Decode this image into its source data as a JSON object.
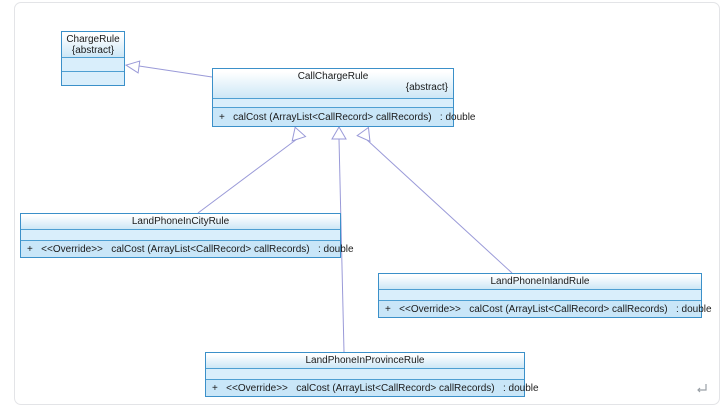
{
  "page": {
    "background": "#ffffff",
    "panel_border_color": "#e3e4e7"
  },
  "icons": {
    "resize_handle": "corner-return-arrow"
  },
  "diagram": {
    "type": "uml-class-diagram",
    "colors": {
      "node_border": "#3b90c9",
      "node_header_gradient_start": "#ffffff",
      "node_header_gradient_end": "#cde7f6",
      "compartment_fill": "#d9eefb",
      "method_row_fill": "#c9e6f8",
      "edge_color": "#9a9ad8",
      "text_color": "#1b1b1b"
    },
    "classes": [
      {
        "id": "charge-rule",
        "name": "ChargeRule",
        "stereotype": "{abstract}",
        "methods": []
      },
      {
        "id": "call-charge-rule",
        "name": "CallChargeRule",
        "stereotype": "{abstract}",
        "methods": [
          "+   calCost (ArrayList<CallRecord> callRecords)   : double"
        ]
      },
      {
        "id": "land-phone-in-city-rule",
        "name": "LandPhoneInCityRule",
        "stereotype": "",
        "methods": [
          "+   <<Override>>   calCost (ArrayList<CallRecord> callRecords)   : double"
        ]
      },
      {
        "id": "land-phone-inland-rule",
        "name": "LandPhoneInlandRule",
        "stereotype": "",
        "methods": [
          "+   <<Override>>   calCost (ArrayList<CallRecord> callRecords)   : double"
        ]
      },
      {
        "id": "land-phone-in-province-rule",
        "name": "LandPhoneInProvinceRule",
        "stereotype": "",
        "methods": [
          "+   <<Override>>   calCost (ArrayList<CallRecord> callRecords)   : double"
        ]
      }
    ],
    "relationships": [
      {
        "type": "generalization",
        "from": "CallChargeRule",
        "to": "ChargeRule"
      },
      {
        "type": "generalization",
        "from": "LandPhoneInCityRule",
        "to": "CallChargeRule"
      },
      {
        "type": "generalization",
        "from": "LandPhoneInProvinceRule",
        "to": "CallChargeRule"
      },
      {
        "type": "generalization",
        "from": "LandPhoneInlandRule",
        "to": "CallChargeRule"
      }
    ]
  }
}
